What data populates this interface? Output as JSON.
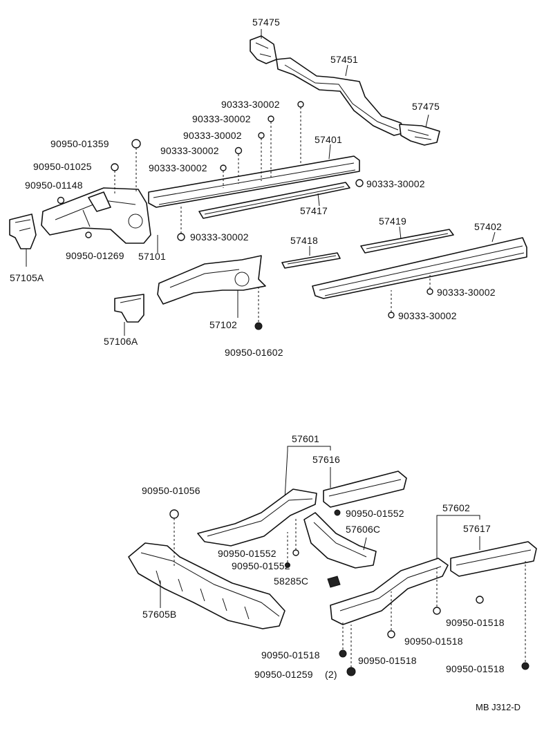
{
  "labels": {
    "p57475_top": "57475",
    "p57451": "57451",
    "p57475_right": "57475",
    "p90333_a": "90333-30002",
    "p90333_b": "90333-30002",
    "p90333_c": "90333-30002",
    "p90333_d": "90333-30002",
    "p90333_e": "90333-30002",
    "p57401": "57401",
    "p90333_f": "90333-30002",
    "p90950_01359": "90950-01359",
    "p90950_01025": "90950-01025",
    "p90950_01148": "90950-01148",
    "p57417": "57417",
    "p90333_g": "90333-30002",
    "p57419": "57419",
    "p57402": "57402",
    "p90950_01269": "90950-01269",
    "p57101": "57101",
    "p57418": "57418",
    "p57105A": "57105A",
    "p90333_h": "90333-30002",
    "p90333_i": "90333-30002",
    "p57106A": "57106A",
    "p57102": "57102",
    "p90950_01602": "90950-01602",
    "p57601": "57601",
    "p57616": "57616",
    "p90950_01056": "90950-01056",
    "p90950_01552_a": "90950-01552",
    "p57602": "57602",
    "p57606C": "57606C",
    "p57617": "57617",
    "p90950_01552_b": "90950-01552",
    "p90950_01552_c": "90950-01552",
    "p58285C": "58285C",
    "p57605B": "57605B",
    "p90950_01518_a": "90950-01518",
    "p90950_01518_b": "90950-01518",
    "p90950_01518_c": "90950-01518",
    "p90950_01518_d": "90950-01518",
    "p90950_01518_e": "90950-01518",
    "p90950_01259": "90950-01259",
    "qty_01259": "(2)"
  },
  "reference_code": "MB J312-D"
}
